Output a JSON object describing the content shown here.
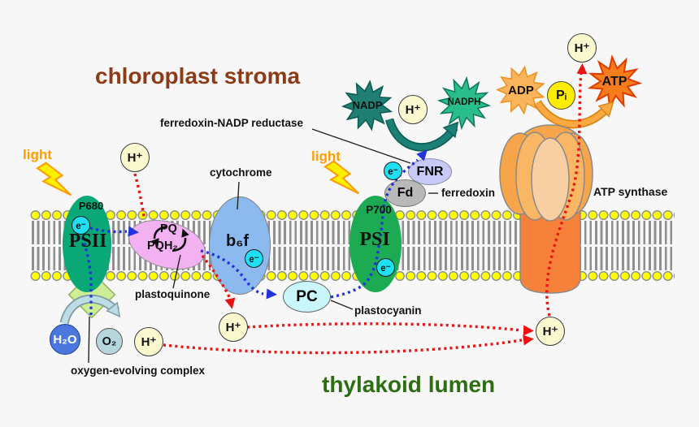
{
  "titles": {
    "stroma": "chloroplast stroma",
    "lumen": "thylakoid lumen"
  },
  "labels": {
    "light": "light",
    "fnr_full": "ferredoxin-NADP reductase",
    "cytochrome": "cytochrome",
    "plastoquinone": "plastoquinone",
    "plastocyanin": "plastocyanin",
    "ferredoxin": "ferredoxin",
    "oec": "oxygen-evolving complex",
    "atp_synthase": "ATP synthase"
  },
  "proteins": {
    "psii": {
      "name": "PSII",
      "reaction_center": "P680"
    },
    "psi": {
      "name": "PSI",
      "reaction_center": "P700"
    },
    "cyt_b6f": {
      "name": "b₆f"
    },
    "plastoquinone": {
      "oxidized": "PQ",
      "reduced": "PQH₂"
    },
    "plastocyanin": {
      "name": "PC"
    },
    "fnr": {
      "name": "FNR"
    },
    "ferredoxin": {
      "name": "Fd"
    }
  },
  "molecules": {
    "proton": "H⁺",
    "electron": "e⁻",
    "water": "H₂O",
    "oxygen": "O₂",
    "nadp": "NADP",
    "nadph": "NADPH",
    "adp": "ADP",
    "atp": "ATP",
    "pi": "Pᵢ"
  },
  "colors": {
    "background": "#f7f7f7",
    "stroma_title": "#8c3b16",
    "lumen_title": "#2d6e14",
    "light_label": "#ff9d00",
    "psii": "#0aa876",
    "psi": "#1cab53",
    "cyt_b6f": "#8cbaee",
    "plastoquinone": "#f2b2f2",
    "plastocyanin": "#c9f6fa",
    "fnr": "#c9c9f7",
    "ferredoxin": "#b9b9b9",
    "membrane_head": "#ffff00",
    "electron_path": "#2233dd",
    "proton_path": "#ee1111",
    "nadp_burst": "#1e7f72",
    "nadph_burst": "#29bd8a",
    "adp_burst": "#f9b45c",
    "atp_burst": "#f67d1e",
    "atp_synthase": "#f5813a",
    "water_circle": "#4a77dd",
    "oxygen_circle": "#b6d6de",
    "oec_diamond": "#cdee96"
  }
}
